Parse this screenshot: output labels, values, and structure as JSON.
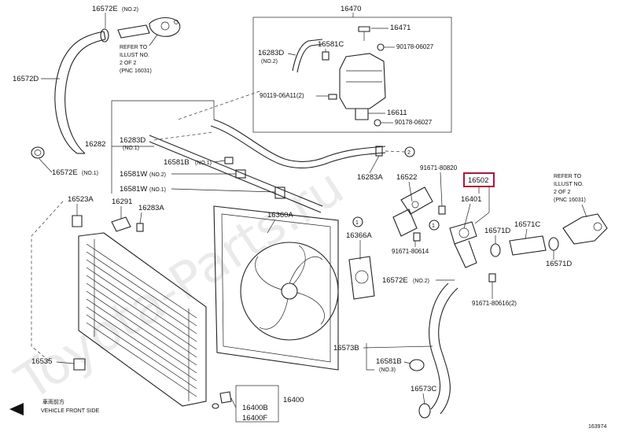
{
  "watermark": "Toyota-Parts.ru",
  "diagram_id": "163974",
  "highlight_color": "#b0143c",
  "front_arrow": {
    "label_jp": "車両前方",
    "label": "VEHICLE FRONT SIDE"
  },
  "refer_top": {
    "line1": "REFER TO",
    "line2": "ILLUST NO.",
    "line3": "2 OF 2",
    "line4": "(PNC 16031)"
  },
  "refer_right": {
    "line1": "REFER TO",
    "line2": "ILLUST NO.",
    "line3": "2 OF 2",
    "line4": "(PNC 16031)"
  },
  "callouts": {
    "c1": "1",
    "c2": "2"
  },
  "labels": {
    "p16572e_top": "16572E",
    "p16572e_top_note": "(NO.2)",
    "p16572d": "16572D",
    "p16572e_left": "16572E",
    "p16572e_left_note": "(NO.1)",
    "p16470": "16470",
    "p16471": "16471",
    "p16283d_box": "16283D",
    "p16283d_box_note": "(NO.2)",
    "p16581c": "16581C",
    "p90178a": "90178-06027",
    "p90119": "90119-06A11(2)",
    "p16611": "16611",
    "p90178b": "90178-06027",
    "p16282": "16282",
    "p16283d": "16283D",
    "p16283d_note": "(NO.1)",
    "p16581b": "16581B",
    "p16581b_note": "(NO.1)",
    "p16581w2": "16581W",
    "p16581w2_note": "(NO.2)",
    "p16581w1": "16581W",
    "p16581w1_note": "(NO.1)",
    "p16283a_top": "16283A",
    "p16522": "16522",
    "p91671_80820": "91671-80820",
    "p16502": "16502",
    "p16401": "16401",
    "p16523a": "16523A",
    "p16291": "16291",
    "p16283a_left": "16283A",
    "p16360a": "16360A",
    "p16366a": "16366A",
    "p16571c": "16571C",
    "p16571d_a": "16571D",
    "p16571d_b": "16571D",
    "p91671_80614": "91671-80614",
    "p16572e_mid": "16572E",
    "p16572e_mid_note": "(NO.2)",
    "p91671_80616": "91671-80616(2)",
    "p16535": "16535",
    "p16573b": "16573B",
    "p16581b3": "16581B",
    "p16581b3_note": "(NO.3)",
    "p16573c": "16573C",
    "p16400": "16400",
    "p16400b": "16400B",
    "p16400f": "16400F"
  }
}
